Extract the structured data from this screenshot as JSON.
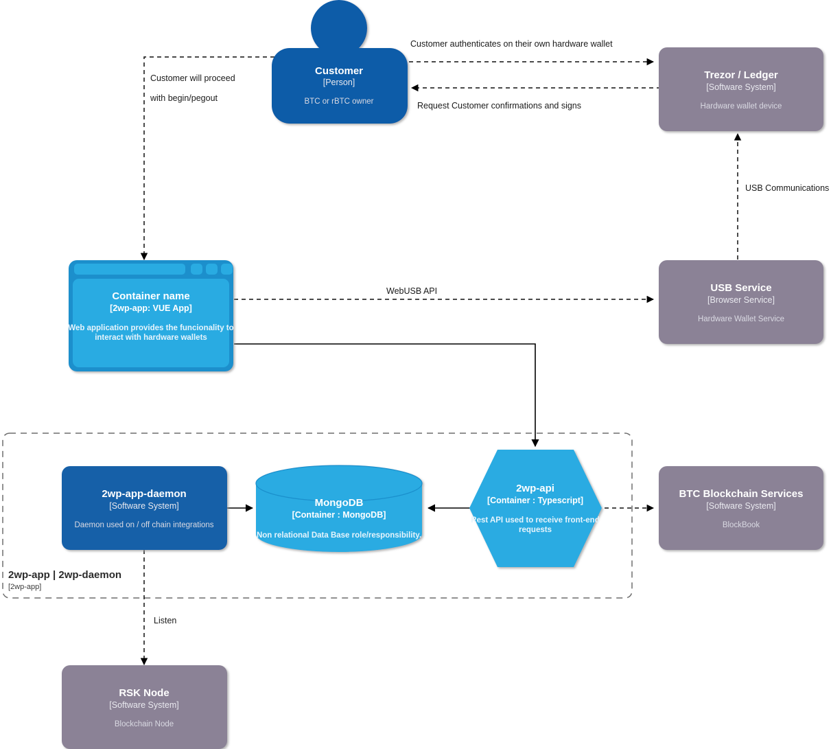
{
  "diagram": {
    "type": "c4-container-diagram",
    "colors": {
      "person_blue": "#0D5BA8",
      "container_blue": "#29ABE2",
      "external_grey": "#8B8296",
      "line_black": "#000000",
      "boundary_grey": "#6D6D6D",
      "background": "#FFFFFF"
    }
  },
  "nodes": {
    "customer": {
      "name": "Customer",
      "tech": "[Person]",
      "description": "BTC or rBTC owner",
      "shape": "person"
    },
    "trezor_ledger": {
      "name": "Trezor / Ledger",
      "tech": "[Software System]",
      "description": "Hardware wallet device",
      "shape": "rounded-rect"
    },
    "container_name": {
      "name": "Container name",
      "tech": "[2wp-app: VUE App]",
      "description_line1": "Web application provides the funcionality to",
      "description_line2": "interact with hardware wallets",
      "shape": "browser-window"
    },
    "usb_service": {
      "name": "USB Service",
      "tech": "[Browser Service]",
      "description": "Hardware Wallet Service",
      "shape": "rounded-rect"
    },
    "twp_app_daemon": {
      "name": "2wp-app-daemon",
      "tech": "[Software System]",
      "description": "Daemon used on / off chain integrations",
      "shape": "rounded-rect"
    },
    "mongodb": {
      "name": "MongoDB",
      "tech": "[Container : MongoDB]",
      "description": "Non relational Data Base role/responsibility.",
      "shape": "cylinder"
    },
    "twp_api": {
      "name": "2wp-api",
      "tech": "[Container : Typescript]",
      "description_line1": "Rest API used to receive front-end",
      "description_line2": "requests",
      "shape": "hexagon"
    },
    "btc_blockchain_services": {
      "name": "BTC Blockchain Services",
      "tech": "[Software System]",
      "description": "BlockBook",
      "shape": "rounded-rect"
    },
    "rsk_node": {
      "name": "RSK Node",
      "tech": "[Software System]",
      "description": "Blockchain Node",
      "shape": "rounded-rect"
    }
  },
  "boundary": {
    "title": "2wp-app | 2wp-daemon",
    "tech": "[2wp-app]"
  },
  "edges": {
    "customer_to_trezor": "Customer authenticates on their own hardware wallet",
    "trezor_to_customer": "Request Customer confirmations and signs",
    "customer_to_app_line1": "Customer will proceed",
    "customer_to_app_line2": "with begin/pegout",
    "app_to_usb_service": "WebUSB API",
    "usb_service_to_trezor": "USB Communications",
    "daemon_to_rsk": "Listen"
  }
}
